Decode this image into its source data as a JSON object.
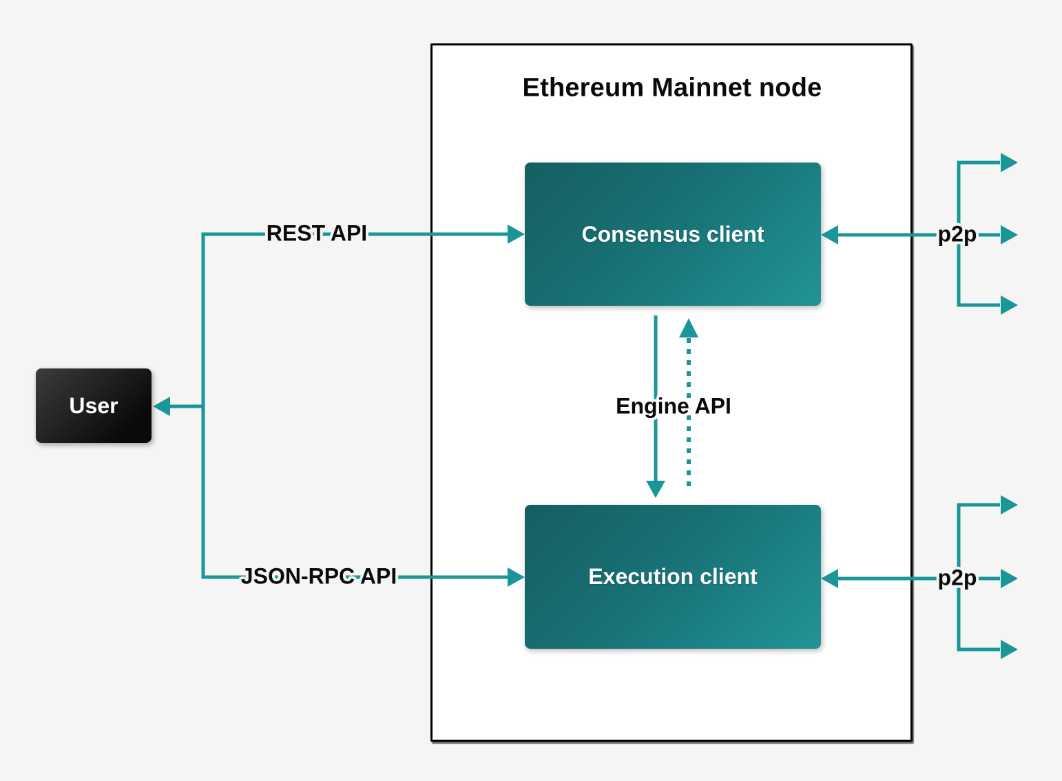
{
  "colors": {
    "accent": "#1A9698",
    "background": "#F5F5F5",
    "node_fill": "#FFFFFF",
    "node_border": "#000000",
    "client_gradient_start": "#155E60",
    "client_gradient_end": "#219496",
    "user_gradient_start": "#3C3C3C",
    "user_gradient_end": "#0A0A0A",
    "label_color": "#0A0A0A",
    "box_text_color": "#FFFFFF"
  },
  "node": {
    "title": "Ethereum Mainnet node"
  },
  "boxes": {
    "user": {
      "label": "User"
    },
    "consensus": {
      "label": "Consensus client"
    },
    "execution": {
      "label": "Execution client"
    }
  },
  "connections": {
    "rest_api": {
      "label": "REST API"
    },
    "json_rpc_api": {
      "label": "JSON-RPC API"
    },
    "engine_api": {
      "label": "Engine API"
    },
    "p2p_consensus": {
      "label": "p2p"
    },
    "p2p_execution": {
      "label": "p2p"
    }
  }
}
